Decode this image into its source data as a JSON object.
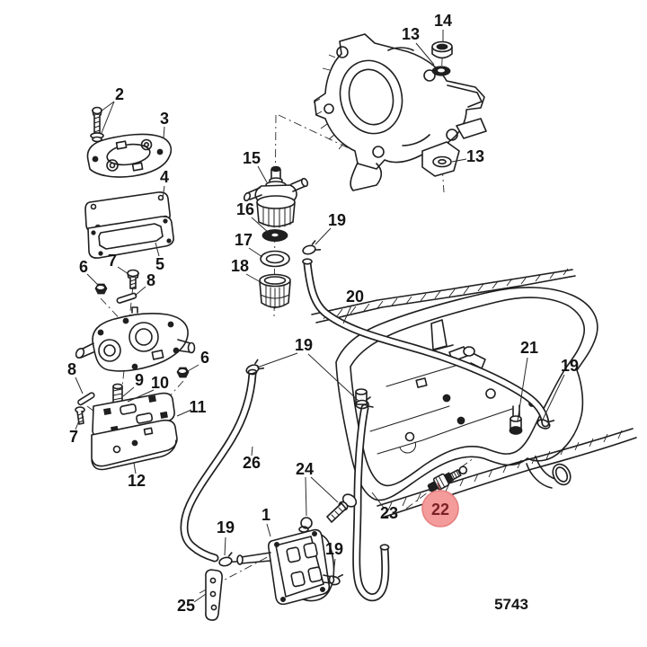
{
  "diagram": {
    "figure_number": "5743",
    "background_color": "#ffffff",
    "line_color": "#1f1f1f",
    "highlight": {
      "label": "22",
      "fill_color": "#f49c9c",
      "border_color": "#e87f7f",
      "text_color": "#7c2125"
    },
    "callouts": [
      {
        "id": "screw-top",
        "label": "2"
      },
      {
        "id": "cover-plate",
        "label": "3"
      },
      {
        "id": "gasket-upper",
        "label": "4"
      },
      {
        "id": "gasket-lower",
        "label": "5"
      },
      {
        "id": "screw-upper",
        "label": "7"
      },
      {
        "id": "nut-upper",
        "label": "6"
      },
      {
        "id": "pin-upper",
        "label": "8"
      },
      {
        "id": "nut-lower",
        "label": "6"
      },
      {
        "id": "pin-lower",
        "label": "8"
      },
      {
        "id": "plunger",
        "label": "9"
      },
      {
        "id": "diaphragm",
        "label": "10"
      },
      {
        "id": "base-plate",
        "label": "11"
      },
      {
        "id": "screw-lower",
        "label": "7"
      },
      {
        "id": "bottom-cover",
        "label": "12"
      },
      {
        "id": "filter-body",
        "label": "15"
      },
      {
        "id": "filter-element",
        "label": "16"
      },
      {
        "id": "o-ring",
        "label": "17"
      },
      {
        "id": "filter-cup",
        "label": "18"
      },
      {
        "id": "clamp-filter",
        "label": "19"
      },
      {
        "id": "hose-upper",
        "label": "20"
      },
      {
        "id": "nut-bracket",
        "label": "14"
      },
      {
        "id": "washer-upper",
        "label": "13"
      },
      {
        "id": "washer-lower",
        "label": "13"
      },
      {
        "id": "fitting-right",
        "label": "21"
      },
      {
        "id": "clamp-right",
        "label": "19"
      },
      {
        "id": "clamp-mid",
        "label": "19"
      },
      {
        "id": "hose-left",
        "label": "26"
      },
      {
        "id": "bolt-washer",
        "label": "24"
      },
      {
        "id": "fuel-pump",
        "label": "1"
      },
      {
        "id": "clamp-pump-left",
        "label": "19"
      },
      {
        "id": "clamp-pump-right",
        "label": "19"
      },
      {
        "id": "hose-lower",
        "label": "23"
      },
      {
        "id": "bracket-strip",
        "label": "25"
      }
    ]
  }
}
